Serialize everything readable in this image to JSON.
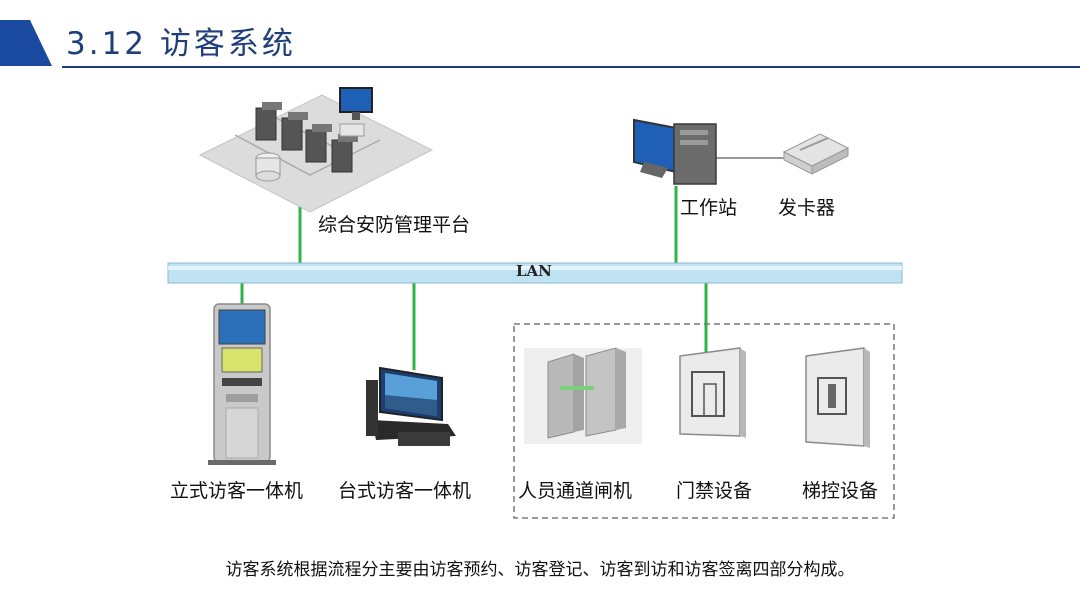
{
  "header": {
    "title": "3.12 访客系统",
    "accent_color": "#1f3f7a"
  },
  "diagram": {
    "network": {
      "label": "LAN"
    },
    "nodes": {
      "platform": {
        "label": "综合安防管理平台",
        "icon": "server-cluster-icon"
      },
      "workstation": {
        "label": "工作站",
        "icon": "desktop-computer-icon"
      },
      "card_issuer": {
        "label": "发卡器",
        "icon": "card-reader-icon"
      },
      "standing_kiosk": {
        "label": "立式访客一体机",
        "icon": "standing-kiosk-icon"
      },
      "desktop_kiosk": {
        "label": "台式访客一体机",
        "icon": "desktop-kiosk-icon"
      },
      "turnstile": {
        "label": "人员通道闸机",
        "icon": "turnstile-gate-icon"
      },
      "access_control": {
        "label": "门禁设备",
        "icon": "access-control-panel-icon"
      },
      "elevator_control": {
        "label": "梯控设备",
        "icon": "elevator-control-panel-icon"
      }
    },
    "link_color": "#2fb34a",
    "lan_color": "#bfe3f2"
  },
  "caption": "访客系统根据流程分主要由访客预约、访客登记、访客到访和访客签离四部分构成。"
}
